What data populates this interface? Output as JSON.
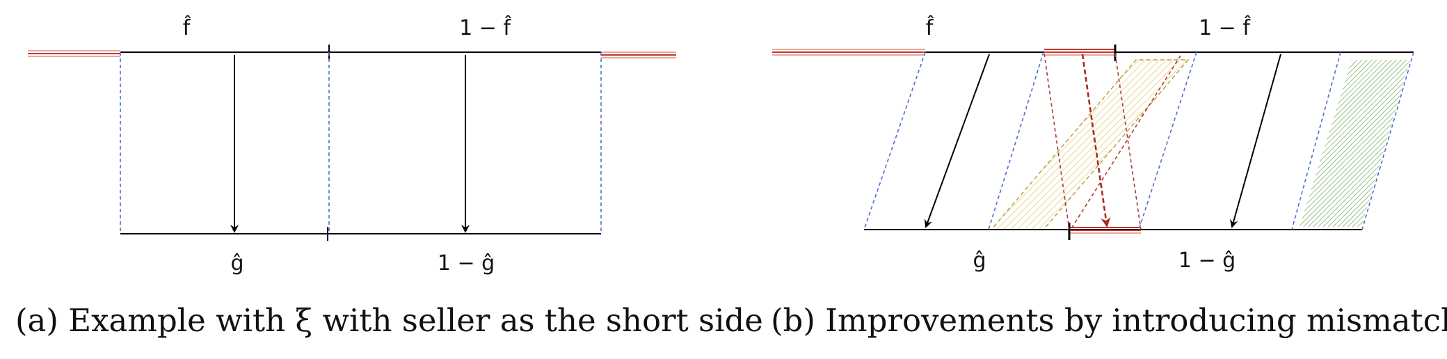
{
  "panel_a": {
    "top_left_label": "f̂",
    "top_right_label": "1 − f̂",
    "bottom_left_label": "ĝ",
    "bottom_right_label": "1 − ĝ",
    "caption": "(a) Example with ξ with seller as the short side"
  },
  "panel_b": {
    "top_left_label": "f̂",
    "top_right_label": "1 − f̂",
    "bottom_left_label": "ĝ",
    "bottom_right_label": "1 − ĝ",
    "caption": "(b) Improvements by introducing mismatches"
  },
  "colors": {
    "line": "#000000",
    "red_segment": "#c0392b",
    "red_segment_light": "#e8a79f",
    "blue_dashed": "#4a6fd1",
    "yellow_hatch": "#e7c35a",
    "yellow_border": "#b89a3a",
    "green_hatch": "#6aa84f",
    "red_dashed": "#b03a2e"
  }
}
